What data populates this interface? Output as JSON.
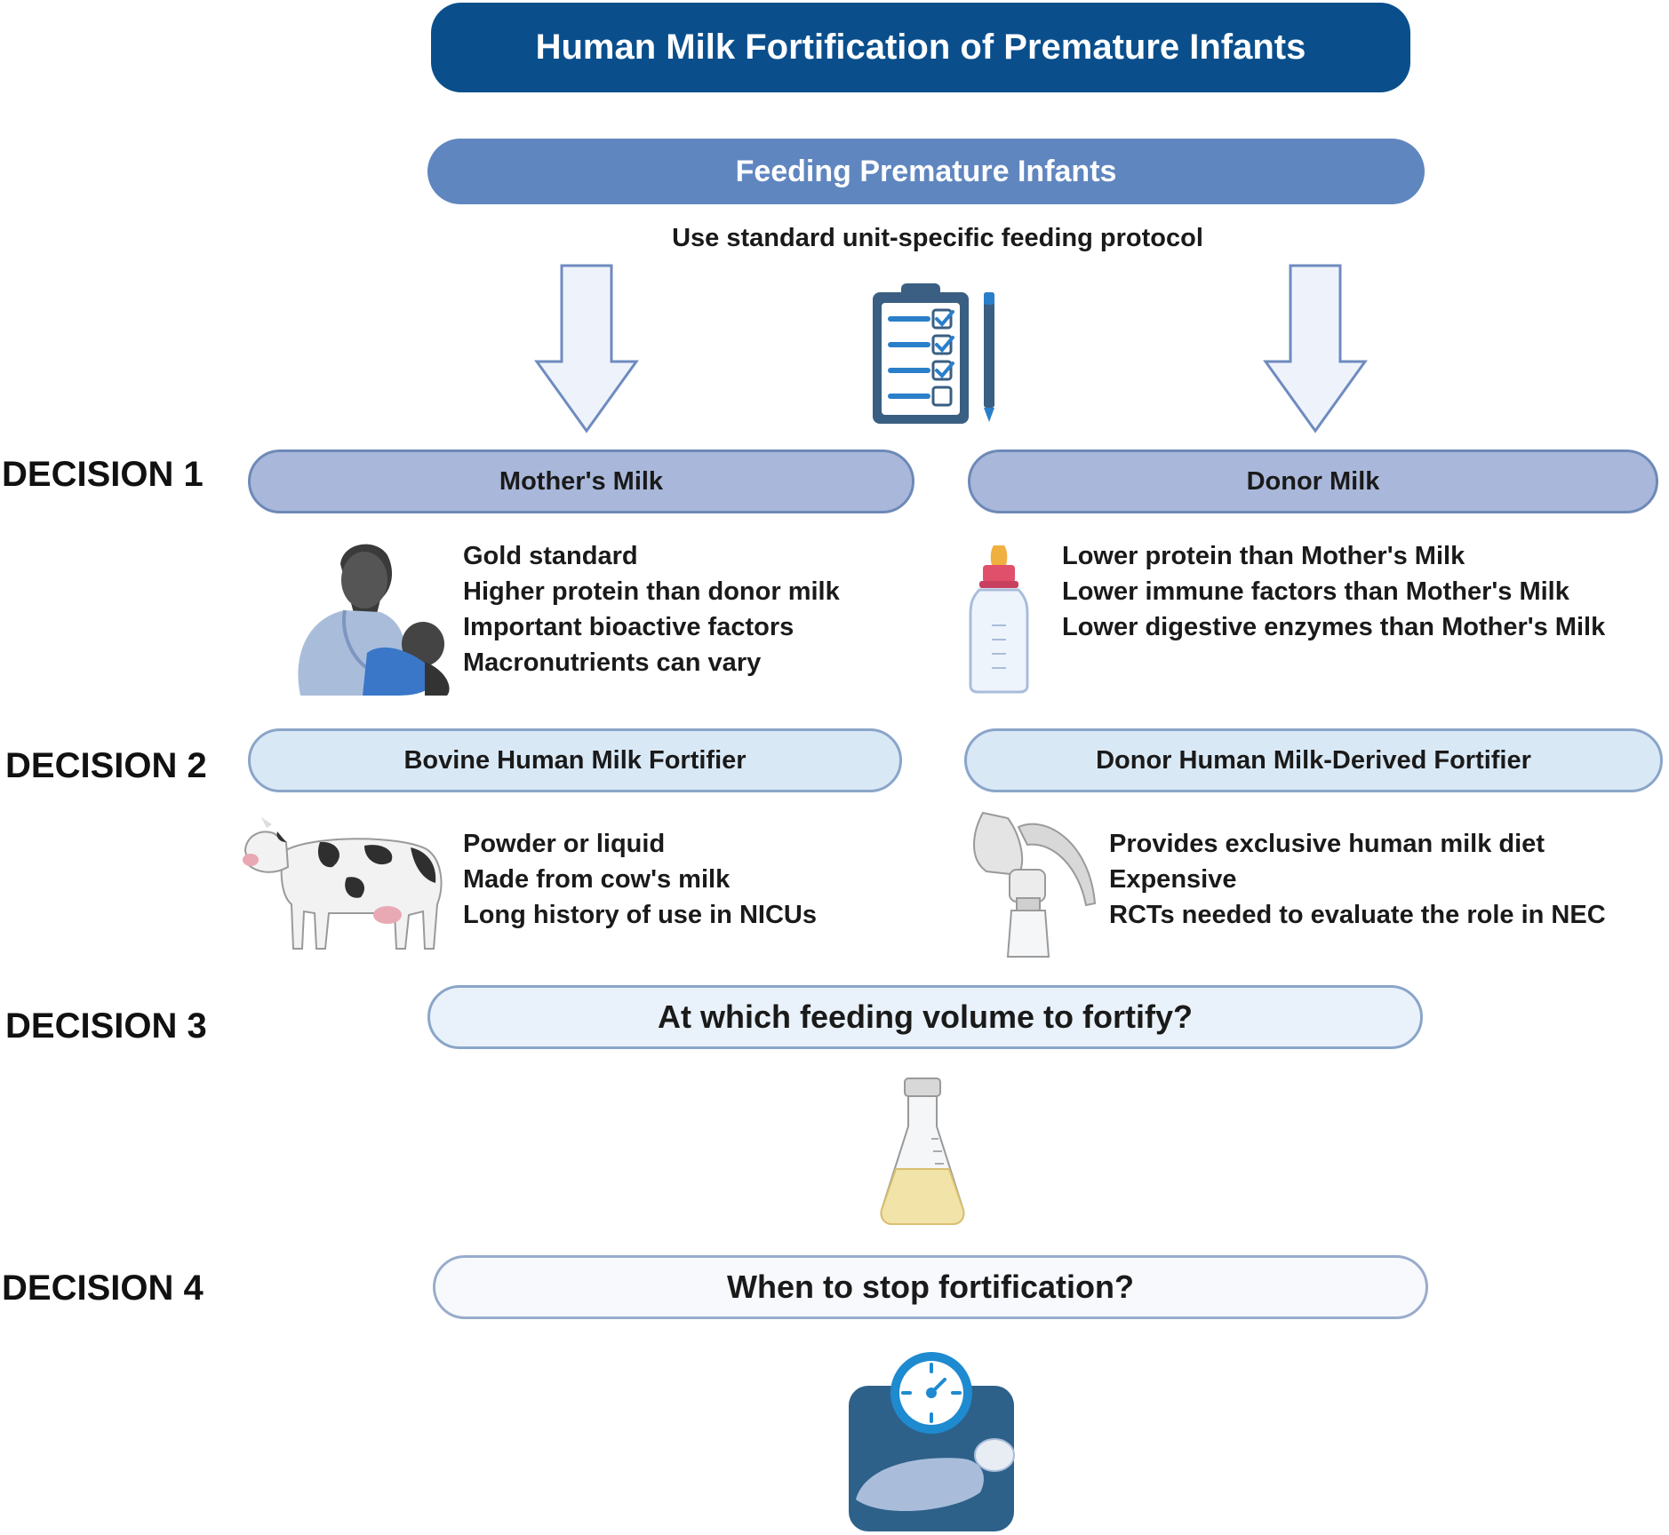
{
  "title": "Human Milk Fortification of Premature Infants",
  "feeding": {
    "label": "Feeding Premature Infants",
    "subtitle": "Use standard unit-specific feeding protocol"
  },
  "decisions": {
    "d1": "DECISION 1",
    "d2": "DECISION 2",
    "d3": "DECISION 3",
    "d4": "DECISION 4"
  },
  "mothers_milk": {
    "label": "Mother's Milk",
    "points": [
      "Gold standard",
      "Higher protein than donor milk",
      "Important bioactive factors",
      "Macronutrients can vary"
    ]
  },
  "donor_milk": {
    "label": "Donor Milk",
    "points": [
      "Lower protein than Mother's Milk",
      "Lower immune factors than Mother's Milk",
      "Lower digestive enzymes than Mother's Milk"
    ]
  },
  "bovine_fortifier": {
    "label": "Bovine Human Milk Fortifier",
    "points": [
      "Powder or liquid",
      "Made from cow's milk",
      "Long history of use in NICUs"
    ]
  },
  "donor_fortifier": {
    "label": "Donor Human Milk-Derived Fortifier",
    "points": [
      "Provides exclusive human milk diet",
      "Expensive",
      "RCTs needed to evaluate the role in NEC"
    ]
  },
  "decision3_question": "At which feeding volume to fortify?",
  "decision4_question": "When to stop fortification?",
  "icons": [
    "down-arrow-icon",
    "clipboard-checklist-icon",
    "breastfeeding-mother-icon",
    "baby-bottle-icon",
    "cow-icon",
    "breast-pump-icon",
    "flask-icon",
    "infant-scale-icon"
  ],
  "colors": {
    "title_bg": "#0a4f8c",
    "feeding_bg": "#5f86bf",
    "decision1_bg": "#a9b8da",
    "decision2_bg": "#d9e8f5",
    "decision3_bg": "#e9f2fa",
    "decision4_bg": "#f7f9fc"
  }
}
